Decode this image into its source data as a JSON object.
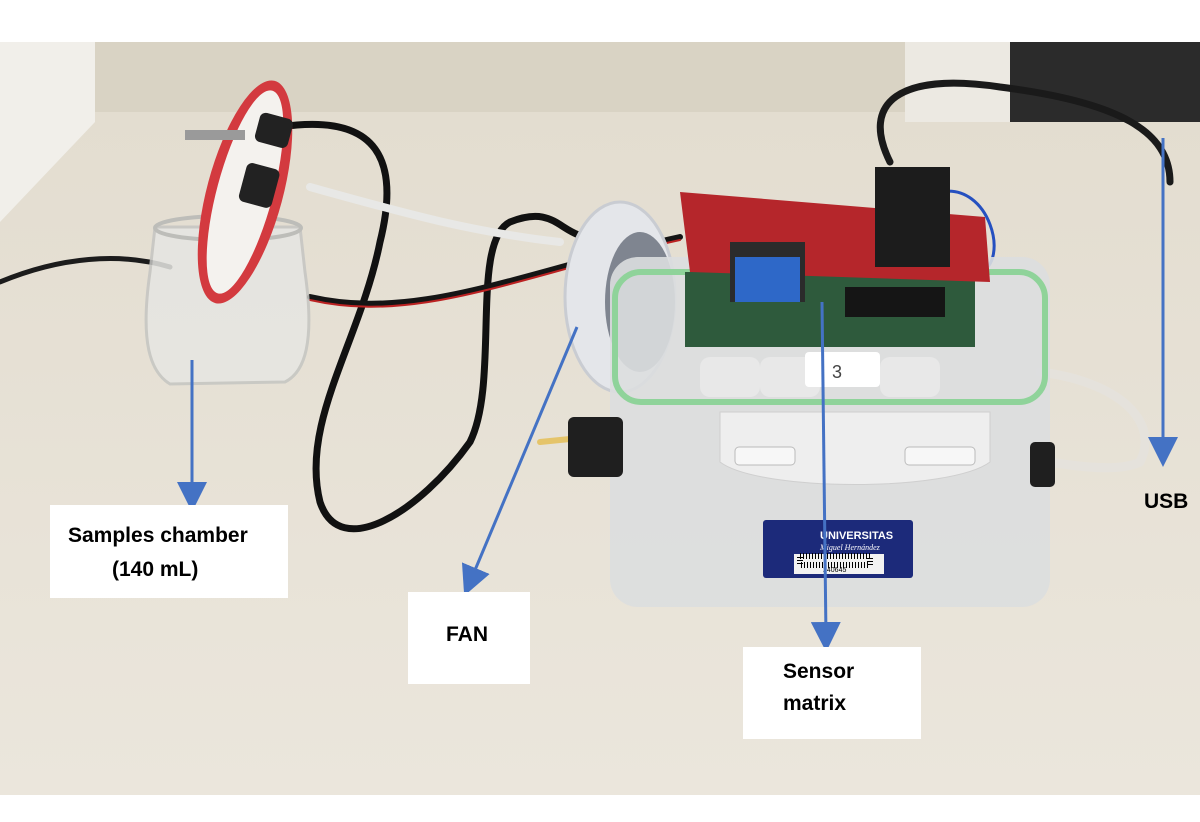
{
  "annotations": {
    "samples_chamber_line1": "Samples chamber",
    "samples_chamber_line2": "(140 mL)",
    "fan": "FAN",
    "sensor_matrix_line1": "Sensor",
    "sensor_matrix_line2": "matrix",
    "usb": "USB"
  },
  "sticker": {
    "brand": "UNIVERSITAS",
    "subtitle": "Miguel Hernández",
    "barcode_number": "240645"
  },
  "box_tag": "3",
  "colors": {
    "arrow": "#4472c4",
    "pcb": "#b5262b",
    "lid_rim": "#8fd39a"
  }
}
